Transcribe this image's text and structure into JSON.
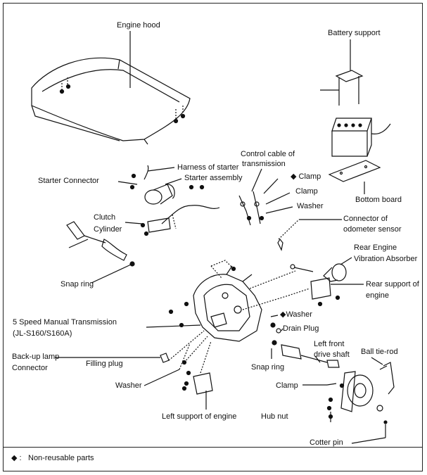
{
  "labels": {
    "engine_hood": "Engine hood",
    "battery_support": "Battery support",
    "starter_connector": "Starter Connector",
    "harness_of_starter": "Harness of starter",
    "starter_assembly": "Starter assembly",
    "control_cable_1": "Control cable of",
    "control_cable_2": "transmission",
    "clamp_upper": "◆ Clamp",
    "clamp_mid": "Clamp",
    "washer_upper": "Washer",
    "bottom_board": "Bottom board",
    "clutch_1": "Clutch",
    "clutch_2": "Cylinder",
    "odometer_1": "Connector of",
    "odometer_2": "odometer sensor",
    "rear_vib_1": "Rear Engine",
    "rear_vib_2": "Vibration Absorber",
    "snap_ring_left": "Snap ring",
    "rear_support_1": "Rear support of",
    "rear_support_2": "engine",
    "washer_diamond": "◆Washer",
    "transmission_1": "5 Speed Manual Transmission",
    "transmission_2": "(JL-S160/S160A)",
    "drain_plug": "Drain Plug",
    "left_front_1": "Left front",
    "left_front_2": "drive shaft",
    "ball_tie_rod": "Ball tie-rod",
    "backup_1": "Back-up lamp",
    "backup_2": "Connector",
    "filling_plug": "Filling plug",
    "snap_ring_right": "Snap ring",
    "washer_lower": "Washer",
    "clamp_lower": "Clamp",
    "left_support": "Left support of engine",
    "hub_nut": "Hub nut",
    "cotter_pin": "Cotter pin"
  },
  "legend": {
    "symbol": "◆ :",
    "text": "Non-reusable parts"
  }
}
